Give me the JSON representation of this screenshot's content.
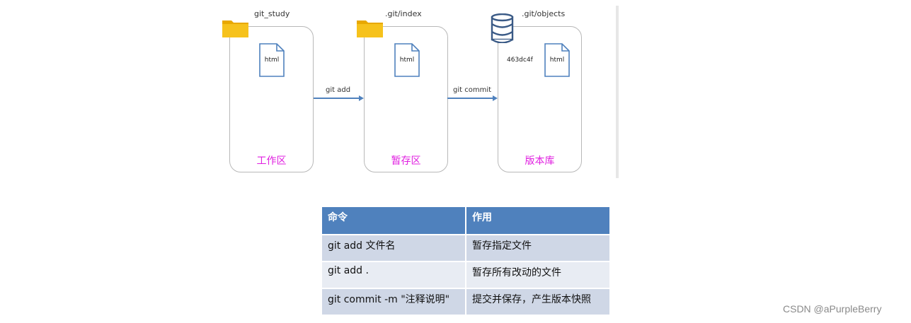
{
  "diagram": {
    "regions": [
      {
        "path": "git_study",
        "label": "工作区",
        "file": "html",
        "icon": "folder-icon",
        "hash": ""
      },
      {
        "path": ".git/index",
        "label": "暂存区",
        "file": "html",
        "icon": "folder-icon",
        "hash": ""
      },
      {
        "path": ".git/objects",
        "label": "版本库",
        "file": "html",
        "icon": "database-icon",
        "hash": "463dc4f"
      }
    ],
    "arrows": [
      {
        "label": "git add"
      },
      {
        "label": "git commit"
      }
    ],
    "colors": {
      "label": "#e01fe0",
      "arrow": "#4f81bd",
      "folder": "#f6c21c"
    }
  },
  "table": {
    "headers": [
      "命令",
      "作用"
    ],
    "rows": [
      [
        "git add 文件名",
        "暂存指定文件"
      ],
      [
        "git add .",
        "暂存所有改动的文件"
      ],
      [
        "git commit -m \"注释说明\"",
        "提交并保存，产生版本快照"
      ]
    ],
    "colors": {
      "header": "#4f81bd",
      "row_odd": "#cfd7e6",
      "row_even": "#e8ecf3"
    }
  },
  "watermark": "CSDN @aPurpleBerry"
}
